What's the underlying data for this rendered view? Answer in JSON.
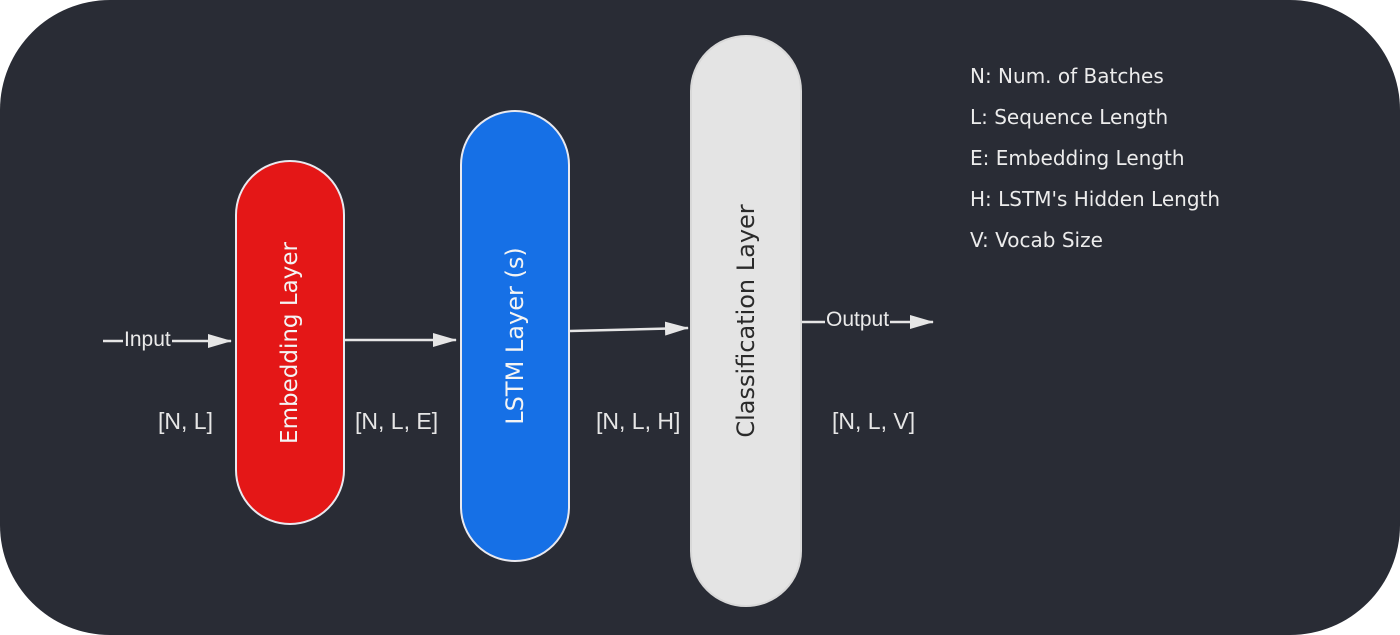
{
  "layers": {
    "embedding": "Embedding Layer",
    "lstm": "LSTM Layer (s)",
    "classification": "Classification Layer"
  },
  "flow": {
    "input": "Input",
    "output": "Output"
  },
  "dimensions": [
    "[N, L]",
    "[N, L, E]",
    "[N, L, H]",
    "[N, L, V]"
  ],
  "legend": [
    "N: Num. of Batches",
    "L: Sequence Length",
    "E: Embedding Length",
    "H: LSTM's Hidden Length",
    "V: Vocab Size"
  ],
  "colors": {
    "background": "#292c35",
    "embedding": "#e41717",
    "lstm": "#1670e6",
    "classification": "#e4e4e4",
    "arrow": "#e6e6e6"
  }
}
